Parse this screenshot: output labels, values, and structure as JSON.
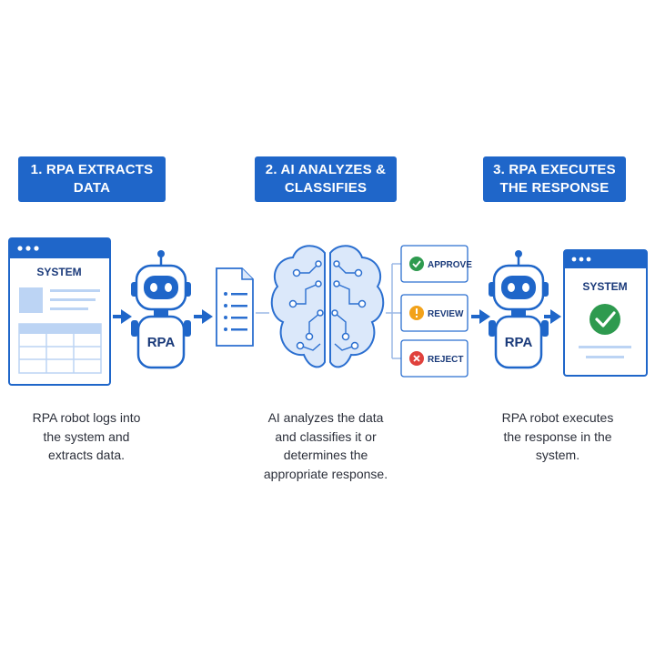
{
  "steps": [
    {
      "title_lines": [
        "1. RPA EXTRACTS",
        "DATA"
      ],
      "desc_lines": [
        "RPA robot logs into",
        "the system and",
        "extracts data."
      ]
    },
    {
      "title_lines": [
        "2. AI ANALYZES &",
        "CLASSIFIES"
      ],
      "desc_lines": [
        "AI analyzes the data",
        "and classifies it or",
        "determines the",
        "appropriate response."
      ]
    },
    {
      "title_lines": [
        "3. RPA EXECUTES",
        "THE RESPONSE"
      ],
      "desc_lines": [
        "RPA robot executes",
        "the response in the",
        "system."
      ]
    }
  ],
  "system_label_left": "SYSTEM",
  "system_label_right": "SYSTEM",
  "robot_label_left": "RPA",
  "robot_label_right": "RPA",
  "decisions": [
    {
      "label": "APPROVE",
      "icon": "check-icon",
      "color": "#2e9a4f"
    },
    {
      "label": "REVIEW",
      "icon": "exclamation-icon",
      "color": "#f2a21a"
    },
    {
      "label": "REJECT",
      "icon": "x-icon",
      "color": "#e0413c"
    }
  ],
  "colors": {
    "primary": "#1f66c9",
    "light": "#dbe8fa",
    "outline": "#2b6fd0"
  }
}
